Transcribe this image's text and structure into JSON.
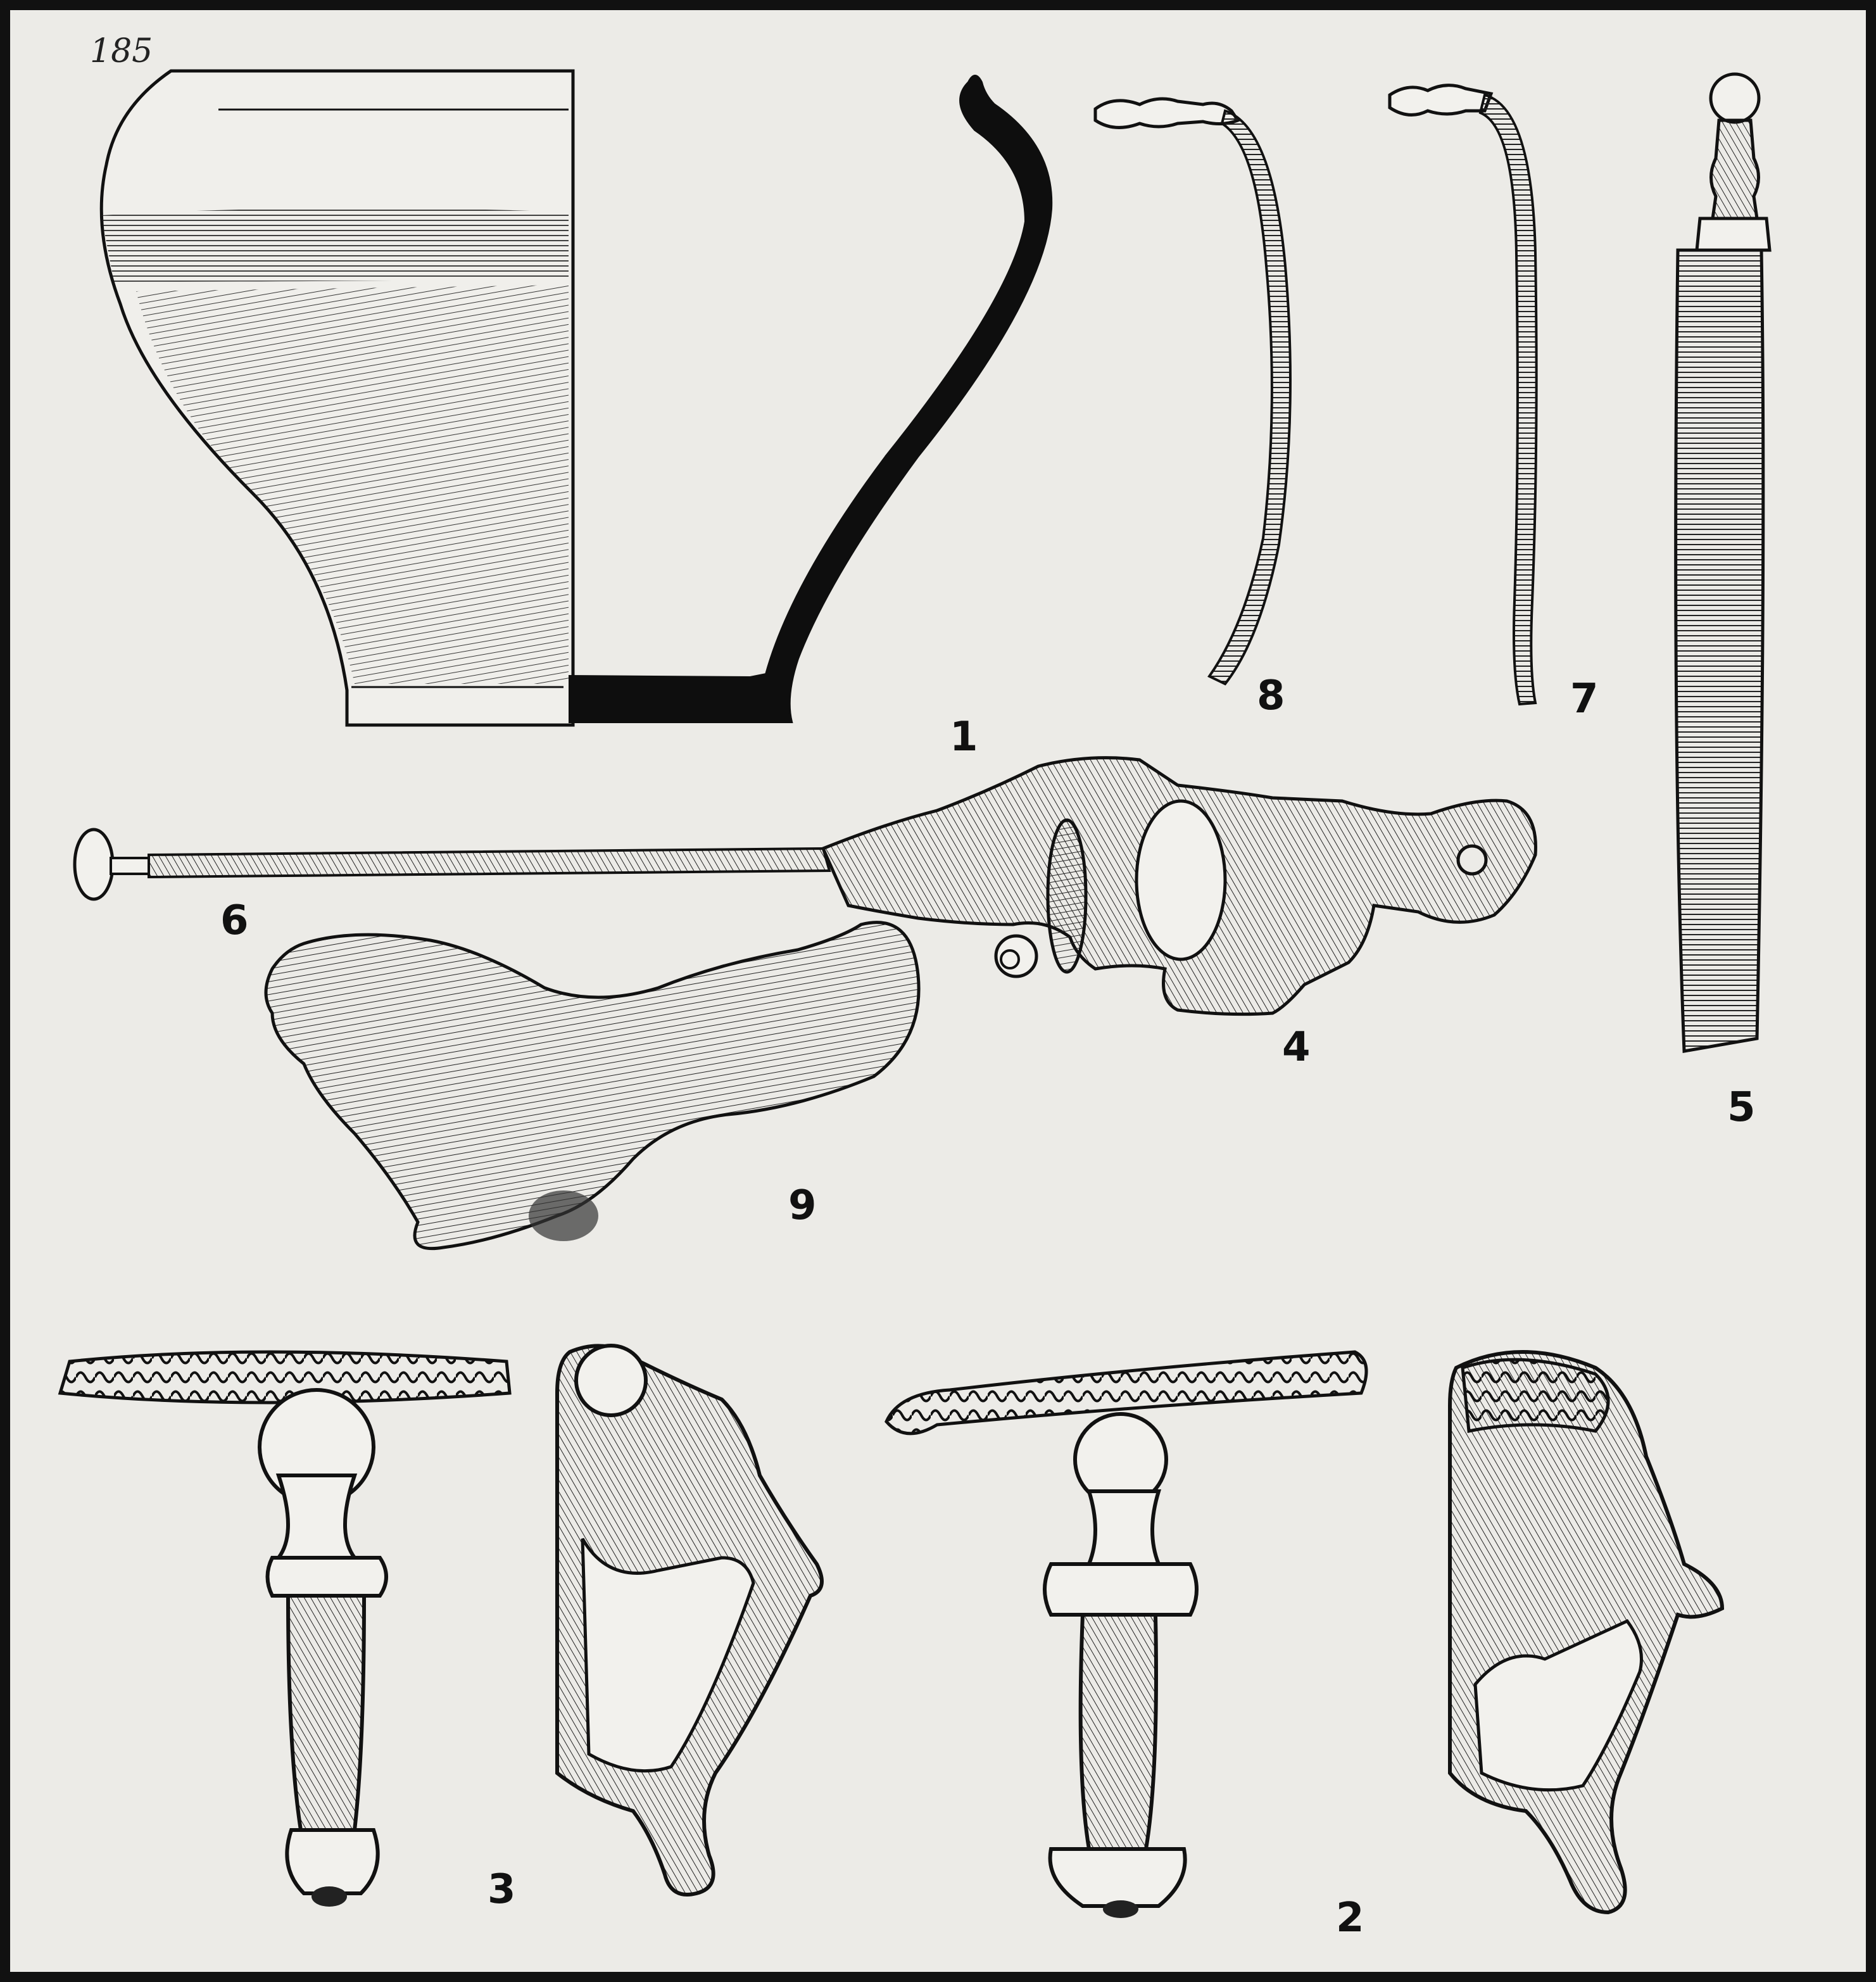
{
  "plate": {
    "number": "185",
    "colors": {
      "paper": "#ecebe7",
      "ink": "#111111",
      "frame": "#111111"
    }
  },
  "figures": [
    {
      "id": "1",
      "label": "1",
      "object": "vessel"
    },
    {
      "id": "2",
      "label": "2",
      "object": "fibula"
    },
    {
      "id": "3",
      "label": "3",
      "object": "fibula"
    },
    {
      "id": "4",
      "label": "4",
      "object": "fibula-fragment"
    },
    {
      "id": "5",
      "label": "5",
      "object": "pin"
    },
    {
      "id": "6",
      "label": "6",
      "object": "pin"
    },
    {
      "id": "7",
      "label": "7",
      "object": "pin"
    },
    {
      "id": "8",
      "label": "8",
      "object": "pin"
    },
    {
      "id": "9",
      "label": "9",
      "object": "corroded-fragment"
    }
  ]
}
